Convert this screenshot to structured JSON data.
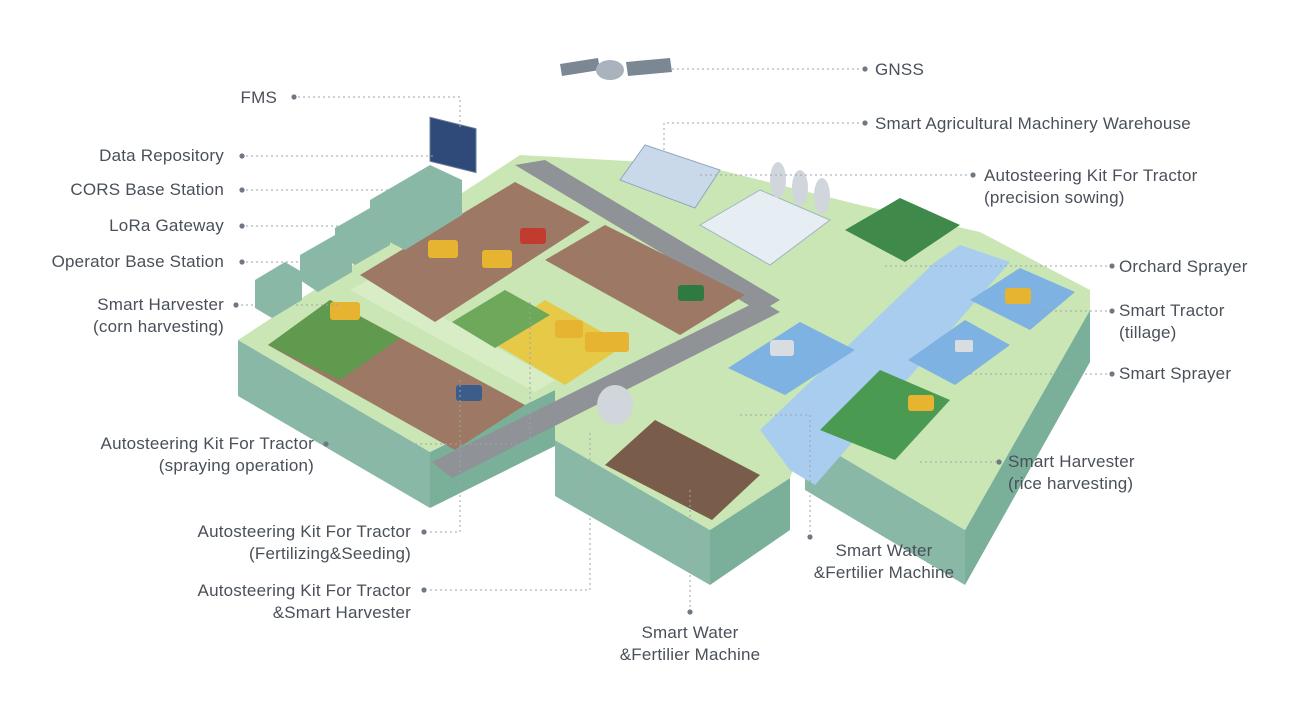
{
  "colors": {
    "ground": "#c9e6b4",
    "ground_side": "#8ab8a6",
    "ground_side_dark": "#6ea390",
    "soil": "#9c7865",
    "soil_dark": "#7c5c4c",
    "corn": "#e7c948",
    "rice": "#4a9a52",
    "water": "#a9cdee",
    "water_dark": "#7eb2e2",
    "road": "#8f9296",
    "leader": "#9ea4ab",
    "dot": "#6e7883",
    "text": "#4a5059",
    "tractor_yellow": "#e7b431",
    "tractor_blue": "#3b5d8c",
    "tractor_green": "#2f7a43"
  },
  "labels": [
    {
      "id": "gnss",
      "lines": [
        "GNSS"
      ]
    },
    {
      "id": "fms",
      "lines": [
        "FMS"
      ]
    },
    {
      "id": "warehouse",
      "lines": [
        "Smart Agricultural Machinery Warehouse"
      ]
    },
    {
      "id": "data-repository",
      "lines": [
        "Data Repository"
      ]
    },
    {
      "id": "autosteer-sowing",
      "lines": [
        "Autosteering Kit For Tractor",
        "(precision sowing)"
      ]
    },
    {
      "id": "cors",
      "lines": [
        "CORS Base Station"
      ]
    },
    {
      "id": "lora",
      "lines": [
        "LoRa Gateway"
      ]
    },
    {
      "id": "operator",
      "lines": [
        "Operator Base Station"
      ]
    },
    {
      "id": "orchard-sprayer",
      "lines": [
        "Orchard Sprayer"
      ]
    },
    {
      "id": "harvester-corn",
      "lines": [
        "Smart Harvester",
        "(corn harvesting)"
      ]
    },
    {
      "id": "tractor-tillage",
      "lines": [
        "Smart Tractor",
        "(tillage)"
      ]
    },
    {
      "id": "smart-sprayer",
      "lines": [
        "Smart Sprayer"
      ]
    },
    {
      "id": "autosteer-spraying",
      "lines": [
        "Autosteering Kit For Tractor",
        "(spraying operation)"
      ]
    },
    {
      "id": "harvester-rice",
      "lines": [
        "Smart Harvester",
        "(rice harvesting)"
      ]
    },
    {
      "id": "autosteer-fert",
      "lines": [
        "Autosteering Kit For Tractor",
        "(Fertilizing&Seeding)"
      ]
    },
    {
      "id": "water-fert-1",
      "lines": [
        "Smart Water",
        "&Fertilier Machine"
      ]
    },
    {
      "id": "autosteer-harvester",
      "lines": [
        "Autosteering Kit For Tractor",
        "&Smart Harvester"
      ]
    },
    {
      "id": "water-fert-2",
      "lines": [
        "Smart Water",
        "&Fertilier Machine"
      ]
    }
  ]
}
